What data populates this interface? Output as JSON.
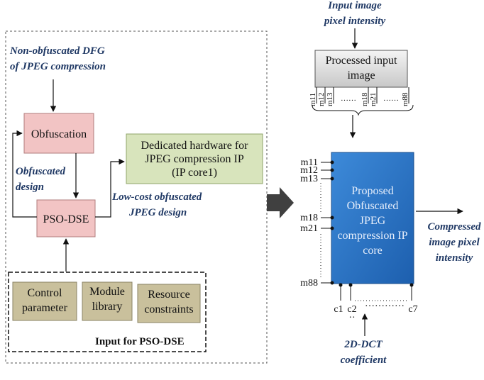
{
  "labels": {
    "non_obf_line1": "Non-obfuscated DFG",
    "non_obf_line2": "of JPEG compression",
    "obfuscation": "Obfuscation",
    "obf_design_line1": "Obfuscated",
    "obf_design_line2": "design",
    "pso_dse": "PSO-DSE",
    "dedicated_line1": "Dedicated hardware for",
    "dedicated_line2": "JPEG compression IP",
    "dedicated_line3": "(IP core1)",
    "lowcost_line1": "Low-cost obfuscated",
    "lowcost_line2": "JPEG design",
    "control_line1": "Control",
    "control_line2": "parameter",
    "module_line1": "Module",
    "module_line2": "library",
    "resource_line1": "Resource",
    "resource_line2": "constraints",
    "input_for": "Input for PSO-DSE",
    "input_image_line1": "Input image",
    "input_image_line2": "pixel intensity",
    "processed_line1": "Processed input",
    "processed_line2": "image",
    "core_line1": "Proposed",
    "core_line2": "Obfuscated",
    "core_line3": "JPEG",
    "core_line4": "compression IP",
    "core_line5": "core",
    "compressed_line1": "Compressed",
    "compressed_line2": "image pixel",
    "compressed_line3": "intensity",
    "dct_line1": "2D-DCT",
    "dct_line2": "coefficient",
    "dots_top": "……",
    "dots_top2": "……",
    "dots_bottom": "…………",
    "dots_small": "··"
  },
  "top_pins": [
    "m11",
    "m12",
    "m13",
    "m18",
    "m21",
    "m88"
  ],
  "left_pins": [
    "m11",
    "m12",
    "m13",
    "m18",
    "m21",
    "m88"
  ],
  "bottom_pins": [
    "c1",
    "c2",
    "c7"
  ],
  "colors": {
    "pink_box": "#f2c4c4",
    "green_box": "#d8e4bc",
    "tan_box": "#c9c09c",
    "core_blue": "#2f78c8",
    "label_blue": "#1f3864",
    "arrow_gray": "#404040"
  }
}
